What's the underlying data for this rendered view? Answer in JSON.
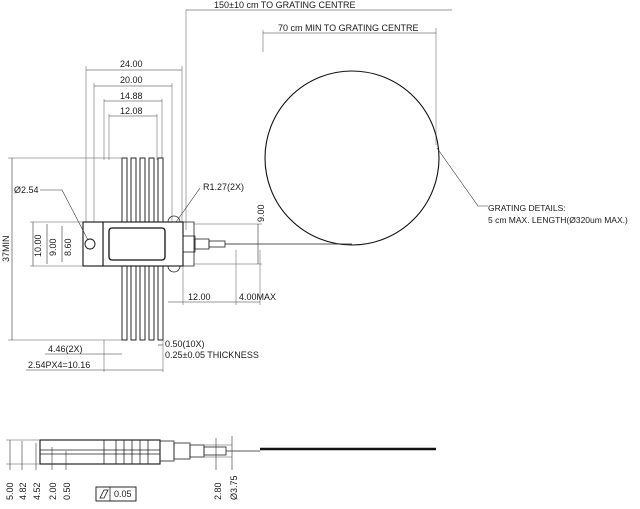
{
  "top_view": {
    "dim_fiber_total": "150±10 cm TO GRATING CENTRE",
    "dim_fiber_min": "70 cm MIN TO GRATING CENTRE",
    "dim_width_24": "24.00",
    "dim_width_20": "20.00",
    "dim_width_1488": "14.88",
    "dim_width_1208": "12.08",
    "dim_hole": "Ø2.54",
    "dim_radius": "R1.27(2X)",
    "dim_37min": "37MIN",
    "dim_10": "10.00",
    "dim_9_left": "9.00",
    "dim_860": "8.60",
    "dim_9_right": "9.00",
    "dim_12": "12.00",
    "dim_4max": "4.00MAX",
    "dim_446": "4.46(2X)",
    "dim_pitch": "2.54PX4=10.16",
    "dim_pin_width": "0.50(10X)",
    "dim_thickness": "0.25±0.05 THICKNESS",
    "grating_title": "GRATING DETAILS:",
    "grating_detail": "5 cm MAX. LENGTH(Ø320um MAX.)"
  },
  "side_view": {
    "dim_500": "5.00",
    "dim_482": "4.82",
    "dim_452": "4.52",
    "dim_200": "2.00",
    "dim_050": "0.50",
    "flatness_value": "0.05",
    "dim_280": "2.80",
    "dim_375": "Ø3.75"
  }
}
